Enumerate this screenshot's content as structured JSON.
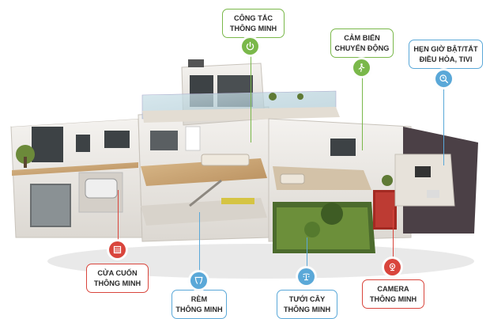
{
  "callouts": {
    "switch": {
      "line1": "CÔNG TẮC",
      "line2": "THÔNG MINH"
    },
    "motion": {
      "line1": "CẢM BIẾN",
      "line2": "CHUYỂN ĐỘNG"
    },
    "timer": {
      "line1": "HẸN GIỜ BẬT/TẮT",
      "line2": "ĐIỀU HÒA, TIVI"
    },
    "shutter": {
      "line1": "CỬA CUỐN",
      "line2": "THÔNG MINH"
    },
    "curtain": {
      "line1": "RÈM",
      "line2": "THÔNG MINH"
    },
    "irrigation": {
      "line1": "TƯỚI CÂY",
      "line2": "THÔNG MINH"
    },
    "camera": {
      "line1": "CAMERA",
      "line2": "THÔNG MINH"
    }
  },
  "colors": {
    "green": "#7ab84a",
    "blue": "#5aa8d8",
    "red": "#d9453c"
  },
  "icons": [
    "power-icon",
    "motion-sensor-icon",
    "timer-search-icon",
    "shutter-door-icon",
    "curtain-icon",
    "sprinkler-icon",
    "camera-icon"
  ]
}
